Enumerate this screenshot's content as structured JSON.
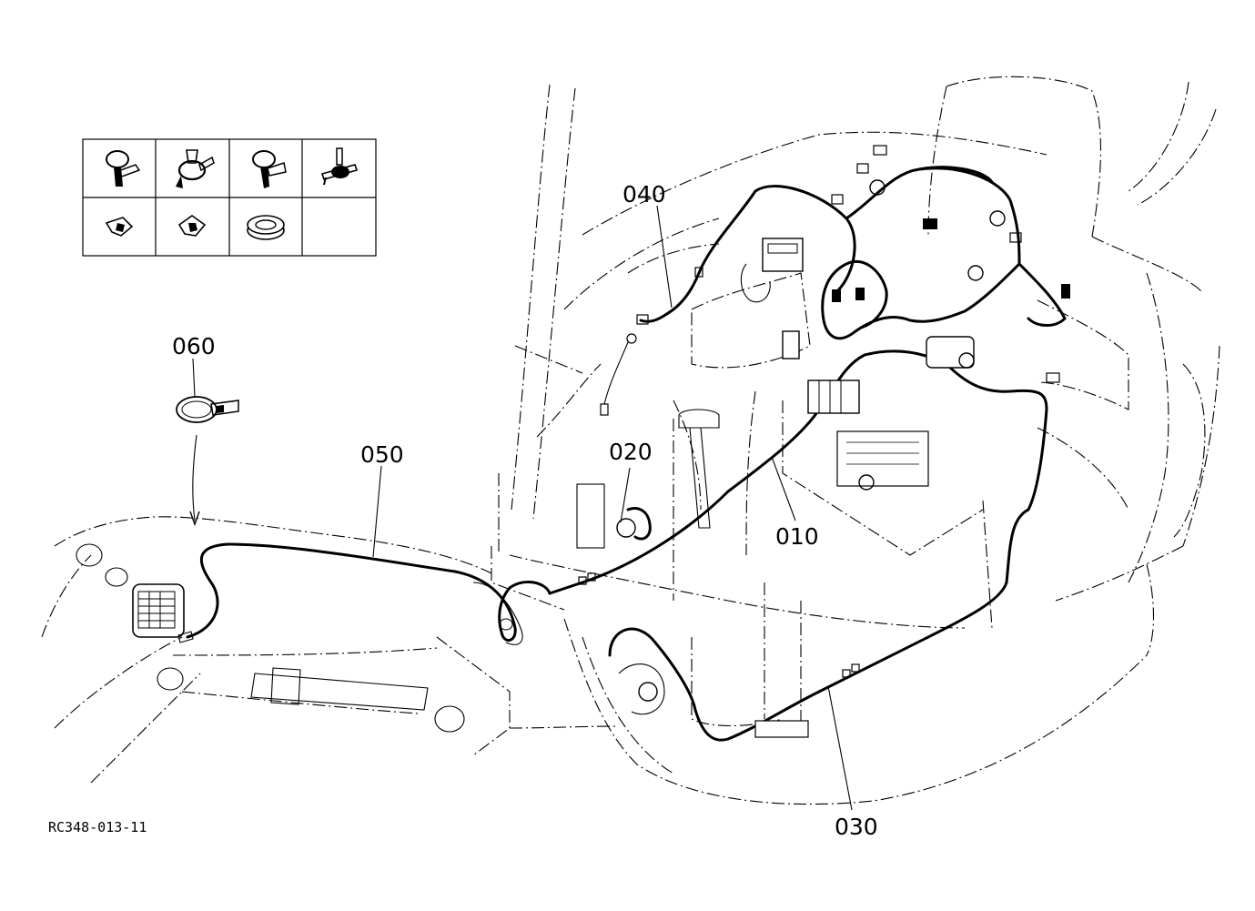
{
  "diagram": {
    "drawing_code": "RC348-013-11",
    "callouts": {
      "p010": "010",
      "p020": "020",
      "p030": "030",
      "p040": "040",
      "p050": "050",
      "p060": "060"
    },
    "clamp_legend": {
      "cells": 8,
      "filled_cells": 7
    }
  }
}
